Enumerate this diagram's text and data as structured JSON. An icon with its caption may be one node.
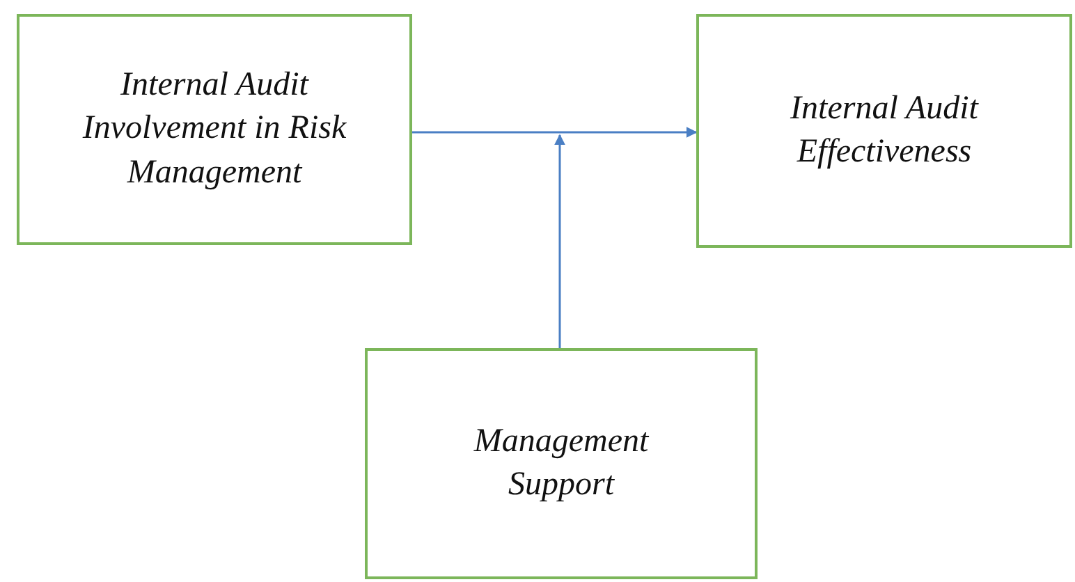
{
  "diagram": {
    "nodes": [
      {
        "text": [
          "Internal Audit Involvement in Risk Management"
        ]
      },
      {
        "text": [
          "Internal Audit Effectiveness"
        ]
      },
      {
        "text": [
          "Management Support"
        ]
      }
    ],
    "edges": [
      {
        "from": 0,
        "to": 1,
        "arrow": "to"
      },
      {
        "from": 2,
        "to": null,
        "arrow": "to"
      }
    ]
  }
}
